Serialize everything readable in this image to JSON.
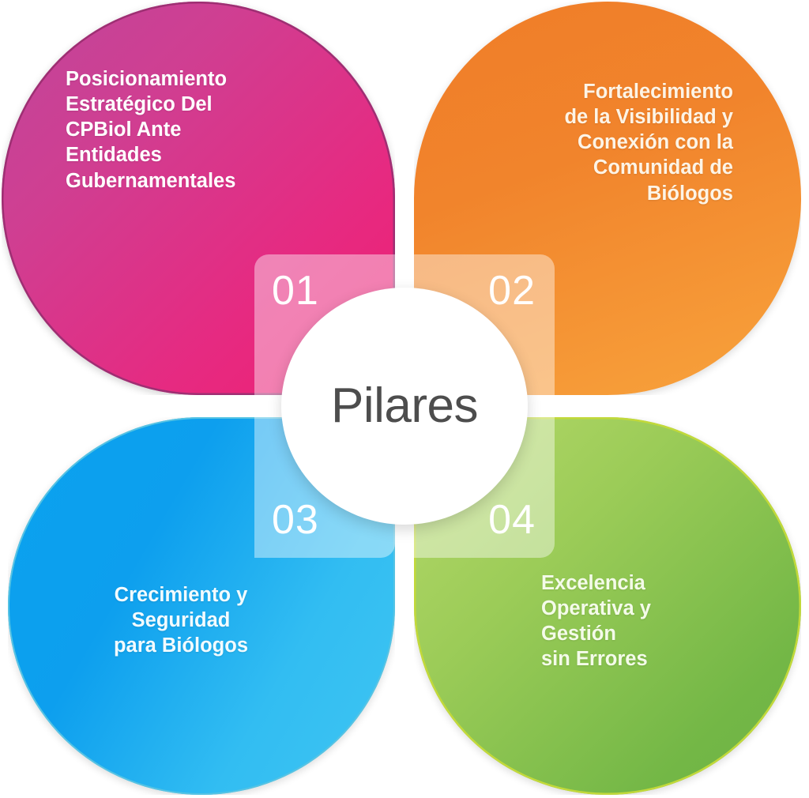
{
  "diagram": {
    "center_label": "Pilares",
    "center_text_color": "#4d4d4d",
    "background_color": "#ffffff",
    "pillars": [
      {
        "number": "01",
        "title": "Posicionamiento\nEstratégico Del\nCPBiol Ante\nEntidades\nGubernamentales",
        "color": "#e62a81",
        "accent_color": "#9e2f73",
        "text_color": "#ffffff",
        "position": "top-left"
      },
      {
        "number": "02",
        "title": "Fortalecimiento\nde la Visibilidad y\nConexión con la\nComunidad de\nBiólogos",
        "color": "#f1842c",
        "accent_color": "#f8a33c",
        "text_color": "#fdf4e6",
        "position": "top-right"
      },
      {
        "number": "03",
        "title": "Crecimiento y\nSeguridad\npara Biólogos",
        "color": "#0d9fee",
        "accent_color": "#56c3e3",
        "text_color": "#f2fbfe",
        "position": "bottom-left"
      },
      {
        "number": "04",
        "title": "Excelencia\nOperativa y\nGestión\nsin Errores",
        "color": "#8cc63f",
        "accent_color": "#c2d93a",
        "text_color": "#f4fbe9",
        "position": "bottom-right"
      }
    ]
  }
}
